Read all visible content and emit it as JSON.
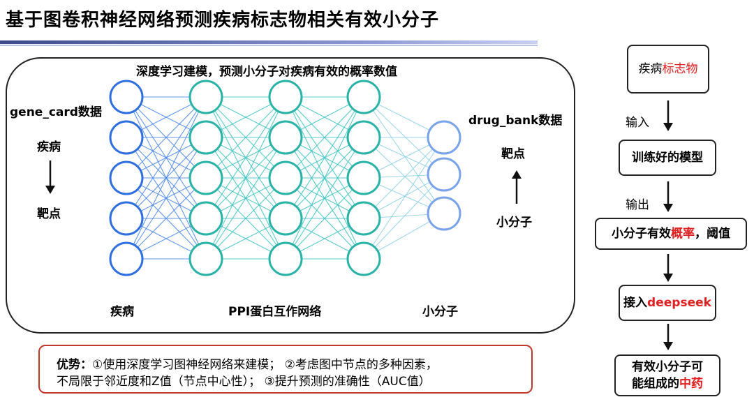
{
  "title": "基于图卷积神经网络预测疾病标志物相关有效小分子",
  "network": {
    "caption": "深度学习建模，预测小分子对疾病有效的概率数值",
    "left": {
      "source": "gene_card数据",
      "from": "疾病",
      "to": "靶点"
    },
    "right": {
      "source": "drug_bank数据",
      "top": "靶点",
      "bottom": "小分子"
    },
    "layer_labels": [
      "疾病",
      "PPI蛋白互作网络",
      "小分子"
    ],
    "layers": [
      {
        "nodes": 5,
        "color": "#2f6fe0"
      },
      {
        "nodes": 5,
        "color": "#2ab3a6"
      },
      {
        "nodes": 5,
        "color": "#2ab3a6"
      },
      {
        "nodes": 5,
        "color": "#2ab3a6"
      },
      {
        "nodes": 3,
        "color": "#7aa4ea"
      }
    ]
  },
  "advantage": {
    "label": "优势：",
    "line1": "①使用深度学习图神经网络来建模；  ②考虑图中节点的多种因素，",
    "line2": "不局限于邻近度和Z值（节点中心性）；  ③提升预测的准确性（AUC值）"
  },
  "flow": {
    "box1": {
      "text": "疾病",
      "highlight": "标志物"
    },
    "arrow1": "输入",
    "box2": {
      "text": "训练好的模型"
    },
    "arrow2": "输出",
    "box3": {
      "text_before": "小分子有效",
      "highlight": "概率",
      "text_after": "，阈值"
    },
    "box4": {
      "text": "接入",
      "highlight": "deepseek"
    },
    "box5": {
      "line1": "有效小分子可",
      "line2_before": "能组成的",
      "highlight": "中药"
    }
  },
  "colors": {
    "highlight": "#e02020",
    "panel_border": "#222222",
    "advantage_border": "#c0392b"
  }
}
